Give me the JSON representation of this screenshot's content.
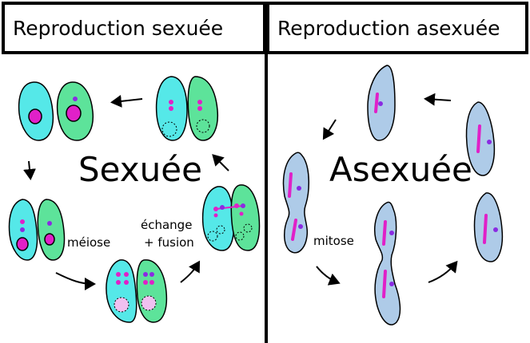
{
  "left_panel": {
    "header": "Reproduction sexuée",
    "center_label": "Sexuée",
    "label_meiosis": "méiose",
    "label_exchange_line1": "échange",
    "label_exchange_line2": "+ fusion"
  },
  "right_panel": {
    "header": "Reproduction asexuée",
    "center_label": "Asexuée",
    "label_mitosis": "mitose"
  },
  "colors": {
    "cyan_cell": "#55e8e8",
    "green_cell": "#5de39a",
    "blue_cell": "#aecbe8",
    "magenta": "#e020c8",
    "purple": "#8a2be2",
    "pink_dashed": "#f0c0f0"
  }
}
